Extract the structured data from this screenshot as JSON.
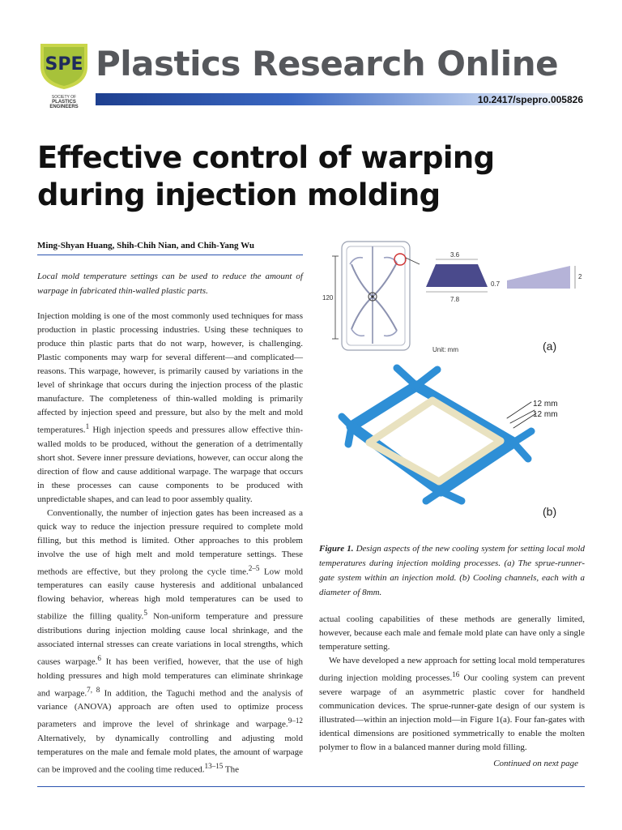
{
  "header": {
    "logo_text": "SPE",
    "society_line1": "SOCIETY OF",
    "society_line2": "PLASTICS ENGINEERS",
    "brand": "Plastics Research Online",
    "doi": "10.2417/spepro.005826"
  },
  "article": {
    "title": "Effective control of warping during injection molding",
    "authors": "Ming-Shyan Huang, Shih-Chih Nian, and Chih-Yang Wu",
    "summary": "Local mold temperature settings can be used to reduce the amount of warpage in fabricated thin-walled plastic parts.",
    "body_left": {
      "p1": "Injection molding is one of the most commonly used techniques for mass production in plastic processing industries. Using these techniques to produce thin plastic parts that do not warp, however, is challenging. Plastic components may warp for several different—and complicated—reasons. This warpage, however, is primarily caused by variations in the level of shrinkage that occurs during the injection process of the plastic manufacture. The completeness of thin-walled molding is primarily affected by injection speed and pressure, but also by the melt and mold temperatures.",
      "p1_ref1": "1",
      "p1b": " High injection speeds and pressures allow effective thin-walled molds to be produced, without the generation of a detrimentally short shot. Severe inner pressure deviations, however, can occur along the direction of flow and cause additional warpage. The warpage that occurs in these processes can cause components to be produced with unpredictable shapes, and can lead to poor assembly quality.",
      "p2a": "Conventionally, the number of injection gates has been increased as a quick way to reduce the injection pressure required to complete mold filling, but this method is limited. Other approaches to this problem involve the use of high melt and mold temperature settings. These methods are effective, but they prolong the cycle time.",
      "p2_ref1": "2–5",
      "p2b": " Low mold temperatures can easily cause hysteresis and additional unbalanced flowing behavior, whereas high mold temperatures can be used to stabilize the filling quality.",
      "p2_ref2": "5",
      "p2c": " Non-uniform temperature and pressure distributions during injection molding cause local shrinkage, and the associated internal stresses can create variations in local strengths, which causes warpage.",
      "p2_ref3": "6",
      "p2d": " It has been verified, however, that the use of high holding pressures and high mold temperatures can eliminate shrinkage and warpage.",
      "p2_ref4": "7, 8",
      "p2e": " In addition, the Taguchi method and the analysis of variance (ANOVA) approach are often used to optimize process parameters and improve the level of shrinkage and warpage.",
      "p2_ref5": "9–12",
      "p2f": " Alternatively, by dynamically controlling and adjusting mold temperatures on the male and female mold plates, the amount of warpage can be improved and the cooling time reduced.",
      "p2_ref6": "13–15",
      "p2g": " The"
    },
    "body_right": {
      "p1": "actual cooling capabilities of these methods are generally limited, however, because each male and female mold plate can have only a single temperature setting.",
      "p2a": "We have developed a new approach for setting local mold temperatures during injection molding processes.",
      "p2_ref1": "16",
      "p2b": " Our cooling system can prevent severe warpage of an asymmetric plastic cover for handheld communication devices. The sprue-runner-gate design of our system is illustrated—within an injection mold—in Figure 1(a). Four fan-gates with identical dimensions are positioned symmetrically to enable the molten polymer to flow in a balanced manner during mold filling."
    },
    "continued": "Continued on next page"
  },
  "figure": {
    "label_a": "(a)",
    "label_b": "(b)",
    "dim_120": "120",
    "dim_3_6": "3.6",
    "dim_7_8": "7.8",
    "dim_0_7": "0.7",
    "dim_2": "2",
    "unit": "Unit: mm",
    "channel_1": "12 mm",
    "channel_2": "12 mm",
    "caption_label": "Figure 1.",
    "caption_text": " Design aspects of the new cooling system for setting local mold temperatures during injection molding processes. (a) The sprue-runner-gate system within an injection mold. (b) Cooling channels, each with a diameter of 8mm.",
    "colors": {
      "gate_trapezoid": "#4a4a8c",
      "channel_blue": "#2e8fd6",
      "runner_cream": "#e9e2c0"
    }
  }
}
